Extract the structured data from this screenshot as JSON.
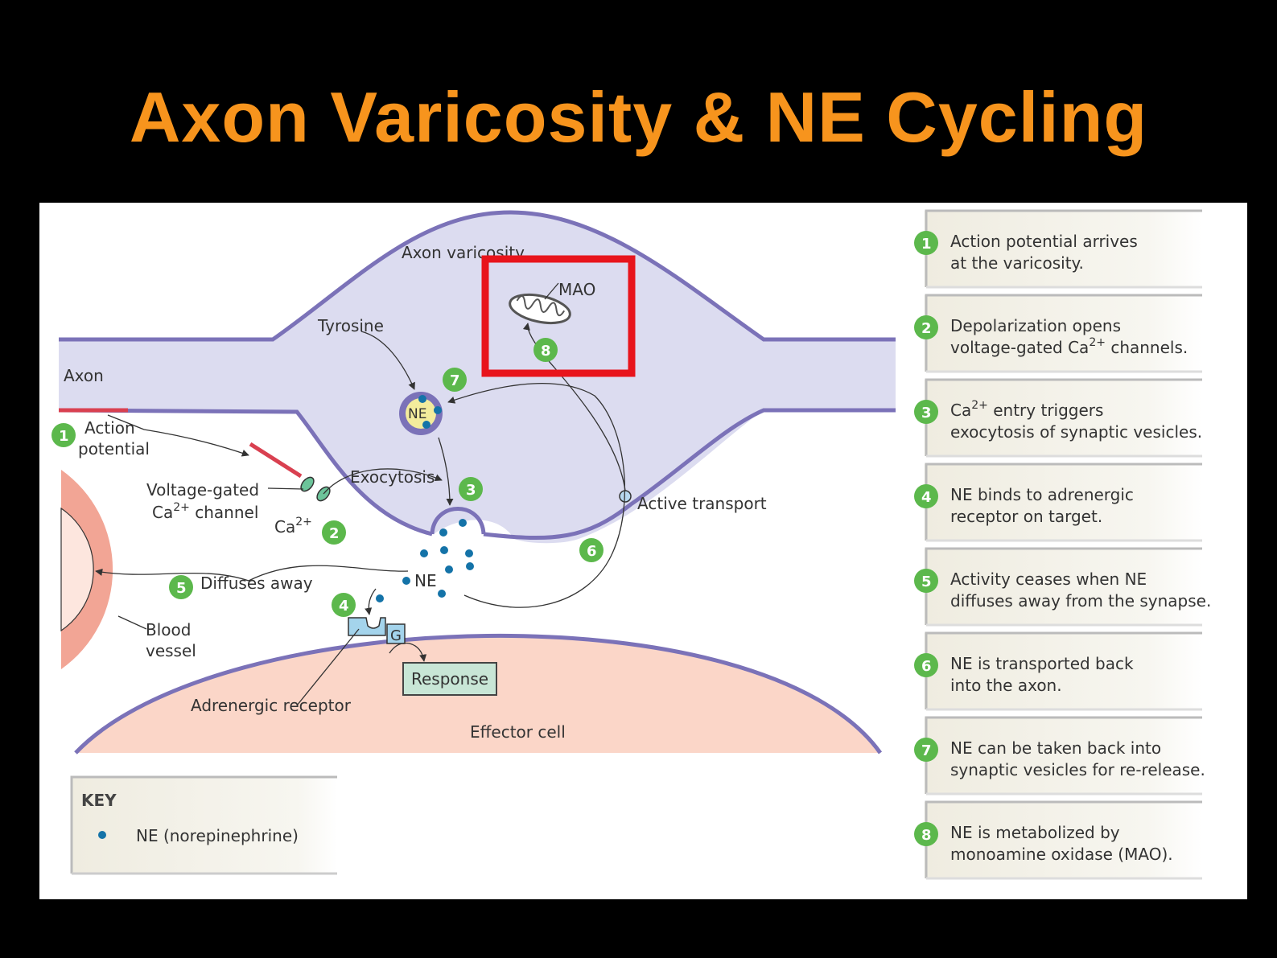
{
  "title": "Axon Varicosity & NE Cycling",
  "labels": {
    "axon_varicosity": "Axon varicosity",
    "mao": "MAO",
    "tyrosine": "Tyrosine",
    "axon": "Axon",
    "action_potential_1": "Action",
    "action_potential_2": "potential",
    "vgcc_1": "Voltage-gated",
    "vgcc_2_pre": "Ca",
    "vgcc_2_sup": "2+",
    "vgcc_2_post": " channel",
    "ca_pre": "Ca",
    "ca_sup": "2+",
    "exocytosis": "Exocytosis",
    "active_transport": "Active transport",
    "diffuses_away": "Diffuses away",
    "ne": "NE",
    "vesicle_ne": "NE",
    "blood_1": "Blood",
    "blood_2": "vessel",
    "g": "G",
    "response": "Response",
    "adrenergic_receptor": "Adrenergic receptor",
    "effector_cell": "Effector cell"
  },
  "key": {
    "title": "KEY",
    "item": "NE (norepinephrine)"
  },
  "markers": [
    "1",
    "2",
    "3",
    "4",
    "5",
    "6",
    "7",
    "8"
  ],
  "steps": [
    {
      "num": "1",
      "line1": "Action potential arrives",
      "line2": "at the varicosity."
    },
    {
      "num": "2",
      "line1": "Depolarization opens",
      "line2_pre": "voltage-gated Ca",
      "line2_sup": "2+",
      "line2_post": " channels."
    },
    {
      "num": "3",
      "line1_pre": "Ca",
      "line1_sup": "2+",
      "line1_post": " entry triggers",
      "line2": "exocytosis of synaptic vesicles."
    },
    {
      "num": "4",
      "line1": "NE binds to adrenergic",
      "line2": "receptor on target."
    },
    {
      "num": "5",
      "line1": "Activity ceases when NE",
      "line2": "diffuses away from the synapse."
    },
    {
      "num": "6",
      "line1": "NE is transported back",
      "line2": "into the axon."
    },
    {
      "num": "7",
      "line1": "NE can be taken back into",
      "line2": "synaptic vesicles for re-release."
    },
    {
      "num": "8",
      "line1": "NE is metabolized by",
      "line2": "monoamine oxidase (MAO)."
    }
  ],
  "colors": {
    "title": "#f7941d",
    "axon_fill": "#dcdcf0",
    "membrane": "#7b72b8",
    "marker_green": "#5cb84c",
    "ne_dot": "#1473a8",
    "effector_fill": "#fbd6c8",
    "blood_vessel": "#f2a595",
    "highlight_box": "#e8141c",
    "step_box": "#f3f1e7"
  }
}
